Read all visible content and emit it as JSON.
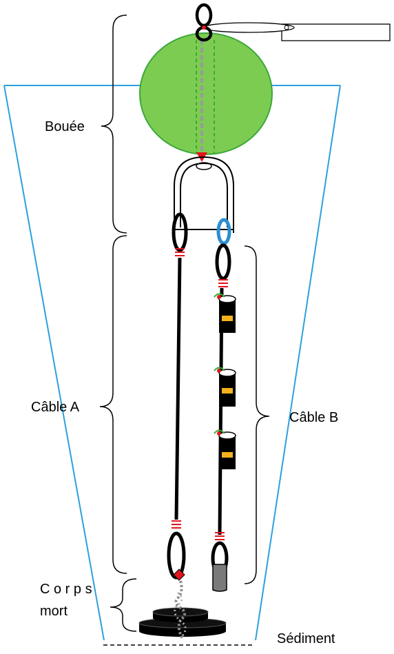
{
  "labels": {
    "buoy": "Bouée",
    "cable_a": "Câble A",
    "cable_b": "Câble B",
    "anchor_line1": "C o r p s",
    "anchor_line2": "mort",
    "sediment": "Sédiment"
  },
  "colors": {
    "water_line": "#2aa0e0",
    "buoy_fill": "#7dcc52",
    "buoy_stroke": "#3aa839",
    "marker_red": "#e3141b",
    "sensor_band": "#f5b21c",
    "swivel_blue": "#2a8fd0",
    "chain_gray": "#8a8a8a",
    "float_gray": "#7a7a7a"
  },
  "sensors_on_cable_b": 3
}
